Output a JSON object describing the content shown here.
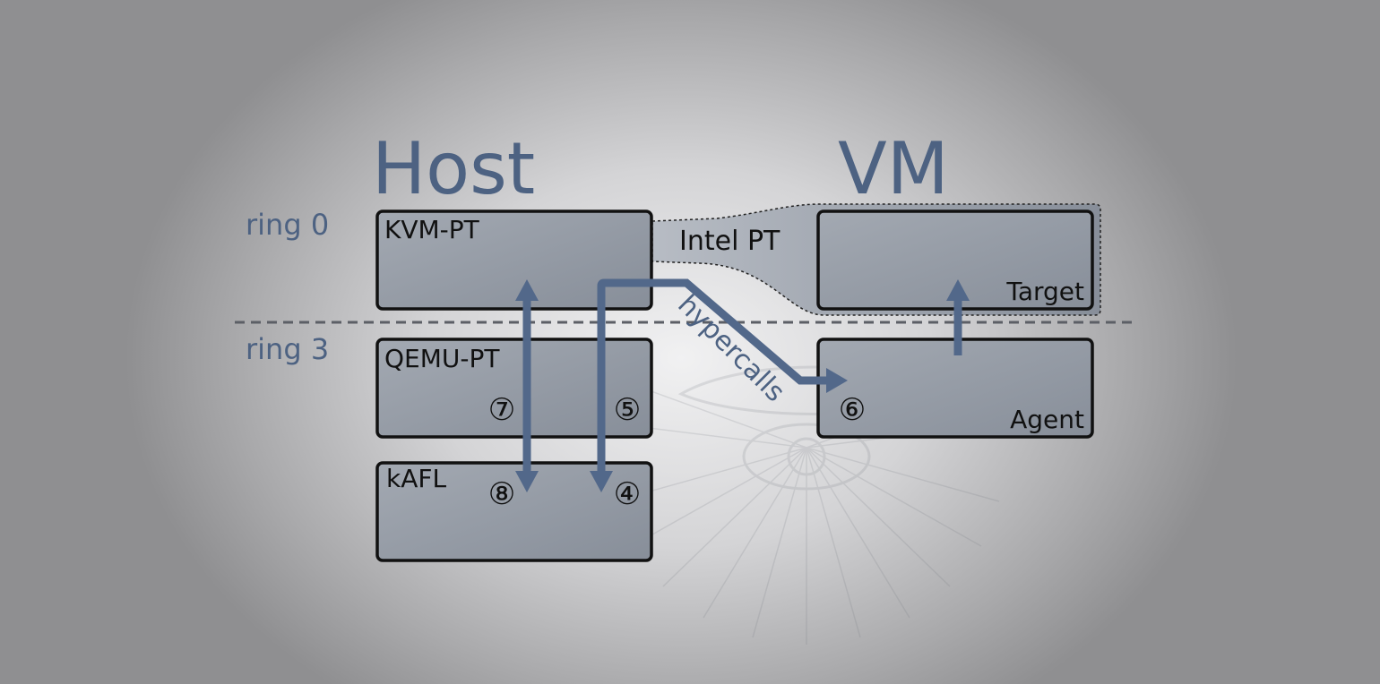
{
  "headings": {
    "host": "Host",
    "vm": "VM"
  },
  "rings": {
    "ring0": "ring 0",
    "ring3": "ring 3"
  },
  "boxes": {
    "kvm_pt": "KVM-PT",
    "qemu_pt": "QEMU-PT",
    "kafl": "kAFL",
    "target": "Target",
    "agent": "Agent"
  },
  "channel_label": "Intel PT",
  "flow_label": "hypercalls",
  "step_markers": {
    "four": "④",
    "five": "⑤",
    "six": "⑥",
    "seven": "⑦",
    "eight": "⑧"
  },
  "colors": {
    "accent": "#4d6282",
    "box_fill": "#989ea8",
    "arrow": "#52688a"
  }
}
